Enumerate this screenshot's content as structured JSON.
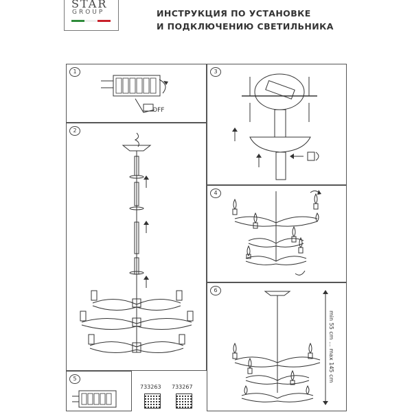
{
  "brand": {
    "name": "STAR",
    "group": "GROUP",
    "flag_colors": [
      "#2e8b3a",
      "#ffffff",
      "#c8202a"
    ]
  },
  "header": {
    "title_line1": "ИНСТРУКЦИЯ ПО УСТАНОВКЕ",
    "title_line2": "И ПОДКЛЮЧЕНИЮ СВЕТИЛЬНИКА"
  },
  "panels": {
    "p1": {
      "number": "1",
      "label": "OFF"
    },
    "p2": {
      "number": "2"
    },
    "p3": {
      "number": "3"
    },
    "p4": {
      "number": "4"
    },
    "p5": {
      "number": "5"
    },
    "p6": {
      "number": "6",
      "height_range": "min 55 cm ... max 145 cm"
    }
  },
  "codes": {
    "code1": "733263",
    "code2": "733267"
  }
}
